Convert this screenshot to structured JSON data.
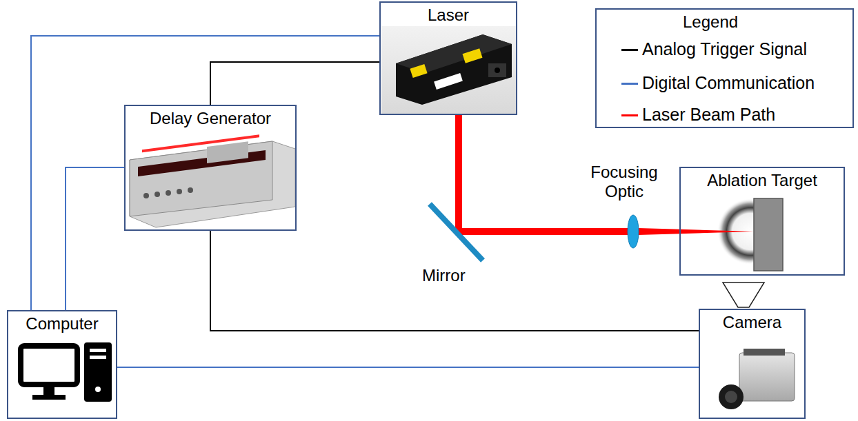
{
  "diagram": {
    "nodes": [
      {
        "text": [
          "Laser"
        ]
      },
      {
        "text": [
          "Delay Generator"
        ]
      },
      {
        "text": [
          "Ablation Target"
        ]
      },
      {
        "text": [
          "Camera"
        ]
      },
      {
        "text": [
          "Computer"
        ]
      }
    ],
    "edges": [
      {
        "from": 4,
        "to": 0,
        "arrow": "none"
      },
      {
        "from": 4,
        "to": 1,
        "arrow": "none"
      },
      {
        "from": 4,
        "to": 3,
        "arrow": "none"
      },
      {
        "from": 1,
        "to": 0,
        "arrow": "none"
      },
      {
        "from": 1,
        "to": 3,
        "arrow": "none"
      },
      {
        "from": 0,
        "to": 2,
        "arrow": "none"
      }
    ],
    "labels": [
      "Legend",
      "Focusing Optic",
      "Mirror"
    ],
    "legend": [
      {
        "text": "Analog Trigger Signal"
      },
      {
        "text": "Digital Communication"
      },
      {
        "text": "Laser Beam Path"
      }
    ]
  }
}
